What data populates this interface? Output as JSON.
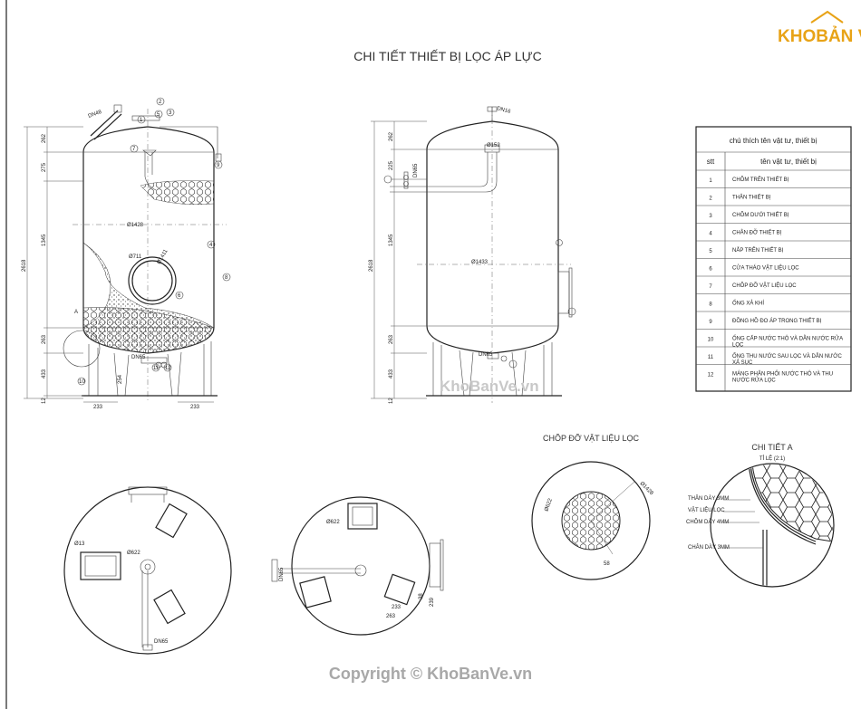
{
  "title": "CHI TIẾT THIẾT BỊ LỌC ÁP LỰC",
  "logo": {
    "text_a": "KHO",
    "text_b": "BẢN VẼ",
    "color_a": "#e8a317",
    "color_b": "#e8a317"
  },
  "watermark_center": "KhoBanVe.vn",
  "watermark_bottom": "Copyright © KhoBanVe.vn",
  "views": {
    "front_left": {
      "diameter": "Ø1428",
      "manhole": "Ø711",
      "manhole2": "Ø1411",
      "nozzle_top": "DN48",
      "nozzle_bottom": "DN65",
      "dims_left": [
        "262",
        "275",
        "1345",
        "263",
        "433",
        "12"
      ],
      "overall": "2618",
      "leg_left": "233",
      "leg_right": "233",
      "leg_mid": "254",
      "detail_label": "A",
      "balloons": [
        "1",
        "2",
        "3",
        "4",
        "5",
        "6",
        "7",
        "8",
        "9",
        "10",
        "11",
        "12"
      ]
    },
    "front_right": {
      "diameter": "Ø1433",
      "nozzle_top": "DN16",
      "nozzle_pipe": "Ø152",
      "nozzle_side": "DN65",
      "nozzle_bottom": "DN65",
      "dims_left": [
        "262",
        "225",
        "1345",
        "263",
        "433",
        "12"
      ],
      "overall": "2618"
    },
    "top_left": {
      "d1": "Ø13",
      "d2": "Ø622",
      "nozzle": "DN65"
    },
    "top_right": {
      "d1": "Ø622",
      "nozzle": "DN65",
      "dims": [
        "233",
        "263",
        "38",
        "239"
      ]
    }
  },
  "support_plate": {
    "title": "CHÕP ĐỠ VẬT LIỆU LỌC",
    "d_outer": "Ø1428",
    "d_inner": "Ø622",
    "gap": "58"
  },
  "detail_a": {
    "title": "CHI TIẾT A",
    "scale": "TỈ LỆ (2:1)",
    "labels": [
      "THÂN DÀY 3MM",
      "VẬT LIỆU LỌC",
      "CHÕM DÀY 4MM",
      "CHÂN DÀY 3MM"
    ]
  },
  "legend": {
    "caption": "chú thích tên vật tư, thiết bị",
    "col_stt": "stt",
    "col_name": "tên vật tư, thiết bị",
    "rows": [
      {
        "stt": "1",
        "name": "CHÕM TRÊN THIẾT BỊ"
      },
      {
        "stt": "2",
        "name": "THÂN THIẾT BỊ"
      },
      {
        "stt": "3",
        "name": "CHÕM DƯỚI THIẾT BỊ"
      },
      {
        "stt": "4",
        "name": "CHÂN ĐỠ THIẾT BỊ"
      },
      {
        "stt": "5",
        "name": "NẮP TRÊN THIẾT BỊ"
      },
      {
        "stt": "6",
        "name": "CỬA THÁO VẬT LIỆU LỌC"
      },
      {
        "stt": "7",
        "name": "CHÕP ĐỠ VẬT LIỆU LỌC"
      },
      {
        "stt": "8",
        "name": "ỐNG XẢ KHÍ"
      },
      {
        "stt": "9",
        "name": "ĐỒNG HỒ ĐO ÁP TRONG THIẾT BỊ"
      },
      {
        "stt": "10",
        "name": "ỐNG CẤP NƯỚC THÔ VÀ DẪN NƯỚC RỬA LỌC"
      },
      {
        "stt": "11",
        "name": "ỐNG THU NƯỚC SAU LỌC VÀ DẪN NƯỚC XẢ SỤC"
      },
      {
        "stt": "12",
        "name": "MÁNG PHÂN PHỐI NƯỚC THÔ VÀ THU NƯỚC RỬA LỌC"
      }
    ]
  }
}
